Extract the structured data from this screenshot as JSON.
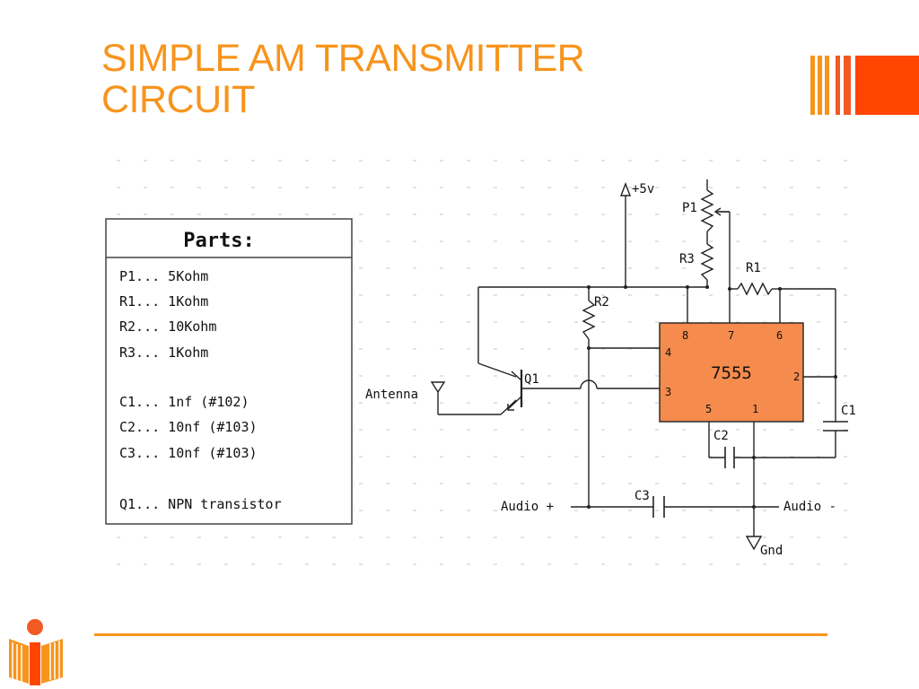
{
  "slide": {
    "title_line1": "SIMPLE AM TRANSMITTER",
    "title_line2": "CIRCUIT",
    "colors": {
      "title": "#f7941d",
      "accent_red": "#ff4500",
      "ic_fill": "#f58b4c",
      "rule": "#f7941d"
    }
  },
  "parts": {
    "heading": "Parts:",
    "items": [
      "P1... 5Kohm",
      "R1... 1Kohm",
      "R2... 10Kohm",
      "R3... 1Kohm",
      "C1... 1nf (#102)",
      "C2... 10nf (#103)",
      "C3... 10nf (#103)",
      "Q1... NPN transistor"
    ]
  },
  "schematic": {
    "supply": "+5v",
    "ic": {
      "name": "7555",
      "pins": [
        "8",
        "7",
        "6",
        "4",
        "2",
        "3",
        "5",
        "1"
      ]
    },
    "components": [
      "P1",
      "R3",
      "R1",
      "R2",
      "Q1",
      "C1",
      "C2",
      "C3"
    ],
    "labels": {
      "antenna": "Antenna",
      "audio_plus": "Audio +",
      "audio_minus": "Audio -",
      "ground": "Gnd"
    }
  }
}
